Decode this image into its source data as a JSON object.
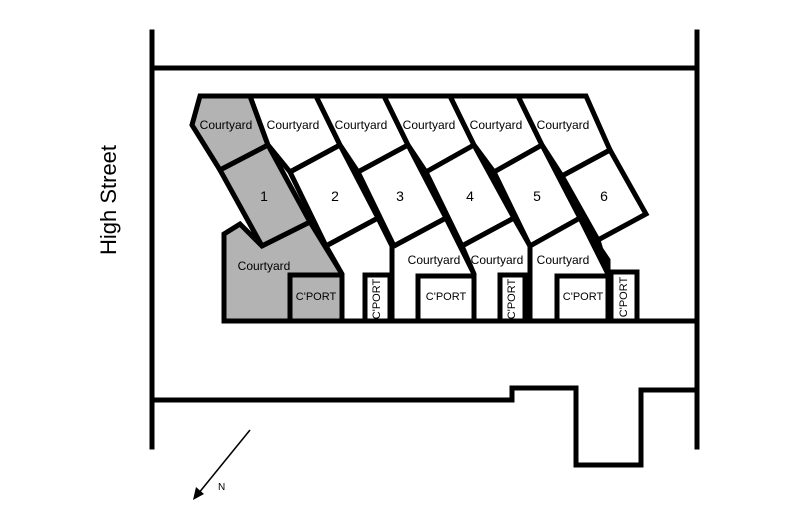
{
  "street": {
    "name": "High Street"
  },
  "north_label": "N",
  "colors": {
    "highlight": "#b3b3b3",
    "plain": "#ffffff",
    "line": "#000000"
  },
  "units": {
    "u1": {
      "courtyard_top": "Courtyard",
      "number": "1",
      "courtyard_bottom": "Courtyard",
      "carport": "C'PORT"
    },
    "u2": {
      "courtyard_top": "Courtyard",
      "number": "2",
      "carport": "C'PORT"
    },
    "u3": {
      "courtyard_top": "Courtyard",
      "number": "3",
      "courtyard_bottom": "Courtyard",
      "carport": "C'PORT"
    },
    "u4": {
      "courtyard_top": "Courtyard",
      "number": "4",
      "courtyard_bottom": "Courtyard",
      "carport": "C'PORT"
    },
    "u5": {
      "courtyard_top": "Courtyard",
      "number": "5",
      "courtyard_bottom": "Courtyard",
      "carport": "C'PORT"
    },
    "u6": {
      "courtyard_top": "Courtyard",
      "number": "6",
      "carport": "C'PORT"
    }
  }
}
